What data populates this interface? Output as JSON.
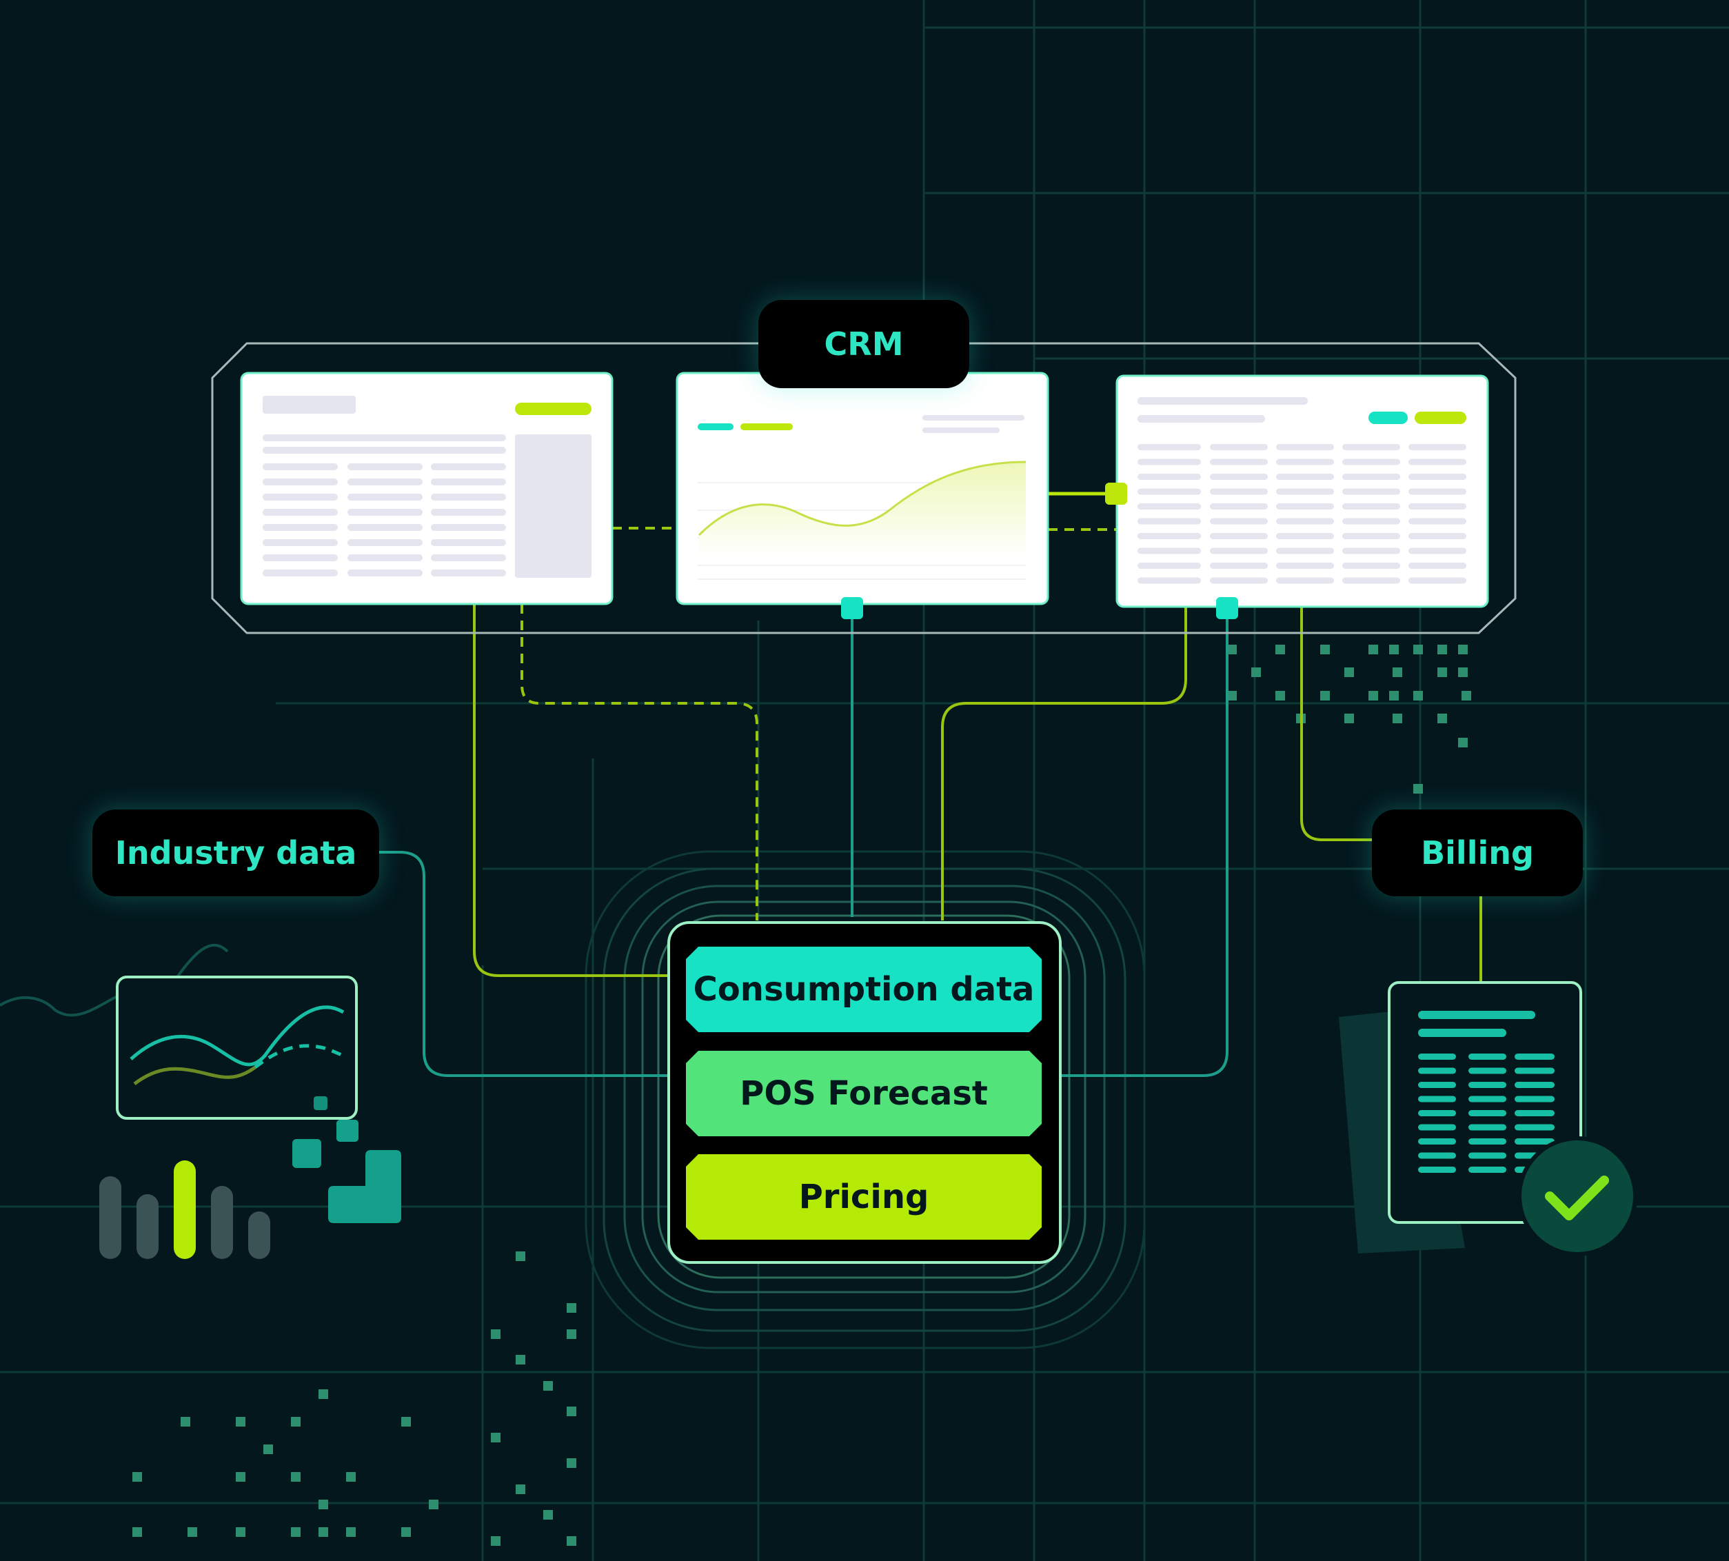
{
  "labels": {
    "crm": "CRM",
    "industry_data": "Industry data",
    "billing": "Billing"
  },
  "stack": [
    {
      "label": "Consumption data",
      "color": "#17e3c4"
    },
    {
      "label": "POS Forecast",
      "color": "#52e37a"
    },
    {
      "label": "Pricing",
      "color": "#b5ea07"
    }
  ],
  "colors": {
    "background": "#03171d",
    "teal_accent": "#2ee6c4",
    "lime_accent": "#bde60a",
    "green_accent": "#52e37a"
  },
  "icons": {
    "crm_windows": [
      "table-window-icon",
      "area-chart-window-icon",
      "data-table-window-icon"
    ],
    "industry": [
      "line-chart-icon",
      "bar-chart-icon"
    ],
    "billing": [
      "invoice-document-icon",
      "check-icon"
    ]
  }
}
